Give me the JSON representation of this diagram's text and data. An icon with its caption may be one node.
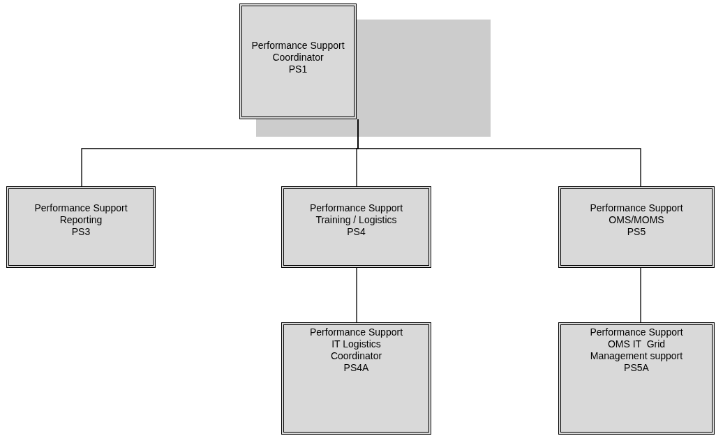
{
  "diagram": {
    "nodes": [
      {
        "text": [
          "Performance Support",
          "Coordinator",
          "PS1"
        ]
      },
      {
        "text": [
          "Performance Support",
          "Reporting",
          "PS3"
        ]
      },
      {
        "text": [
          "Performance Support",
          "Training / Logistics",
          "PS4"
        ]
      },
      {
        "text": [
          "Performance Support",
          "OMS/MOMS",
          "PS5"
        ]
      },
      {
        "text": [
          "Performance Support",
          "IT Logistics",
          "Coordinator",
          "PS4A"
        ]
      },
      {
        "text": [
          "Performance Support",
          "OMS IT  Grid",
          "Management support",
          "PS5A"
        ]
      }
    ],
    "edges": [
      {
        "from": 0,
        "to": 1,
        "arrow": "none"
      },
      {
        "from": 0,
        "to": 2,
        "arrow": "none"
      },
      {
        "from": 0,
        "to": 3,
        "arrow": "none"
      },
      {
        "from": 2,
        "to": 4,
        "arrow": "none"
      },
      {
        "from": 3,
        "to": 5,
        "arrow": "none"
      }
    ]
  }
}
